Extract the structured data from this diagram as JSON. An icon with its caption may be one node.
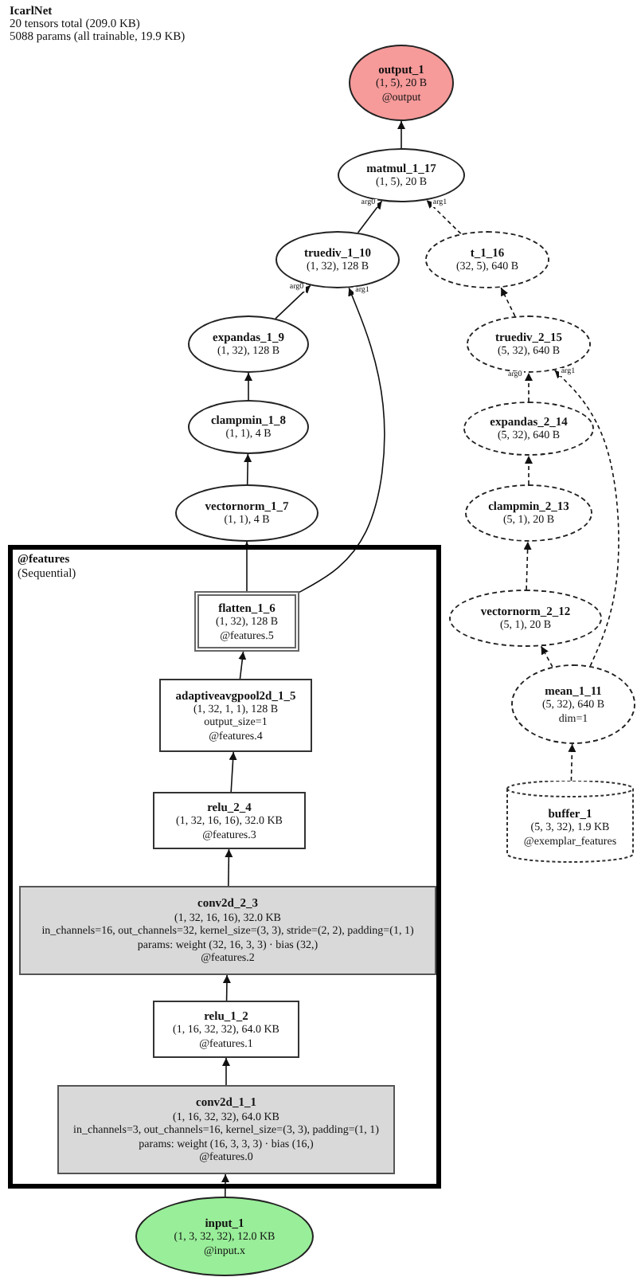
{
  "diagram": {
    "title": "IcarlNet",
    "nodes": [
      {
        "text": [
          "output_1",
          "(1, 5), 20 B",
          "@output"
        ]
      },
      {
        "text": [
          "matmul_1_17",
          "(1, 5), 20 B"
        ]
      },
      {
        "text": [
          "truediv_1_10",
          "(1, 32), 128 B"
        ]
      },
      {
        "text": [
          "t_1_16",
          "(32, 5), 640 B"
        ]
      },
      {
        "text": [
          "expandas_1_9",
          "(1, 32), 128 B"
        ]
      },
      {
        "text": [
          "truediv_2_15",
          "(5, 32), 640 B"
        ]
      },
      {
        "text": [
          "clampmin_1_8",
          "(1, 1), 4 B"
        ]
      },
      {
        "text": [
          "expandas_2_14",
          "(5, 32), 640 B"
        ]
      },
      {
        "text": [
          "vectornorm_1_7",
          "(1, 1), 4 B"
        ]
      },
      {
        "text": [
          "clampmin_2_13",
          "(5, 1), 20 B"
        ]
      },
      {
        "text": [
          "@features",
          "(Sequential)"
        ]
      },
      {
        "text": [
          "flatten_1_6",
          "(1, 32), 128 B",
          "@features.5"
        ],
        "in": 10
      },
      {
        "text": [
          "vectornorm_2_12",
          "(5, 1), 20 B"
        ]
      },
      {
        "text": [
          "adaptiveavgpool2d_1_5",
          "(1, 32, 1, 1), 128 B",
          "output_size=1",
          "@features.4"
        ],
        "in": 10
      },
      {
        "text": [
          "mean_1_11",
          "(5, 32), 640 B",
          "dim=1"
        ]
      },
      {
        "text": [
          "relu_2_4",
          "(1, 32, 16, 16), 32.0 KB",
          "@features.3"
        ],
        "in": 10
      },
      {
        "text": [
          "buffer_1",
          "(5, 3, 32), 1.9 KB",
          "@exemplar_features"
        ]
      },
      {
        "text": [
          "conv2d_2_3",
          "(1, 32, 16, 16), 32.0 KB",
          "in_channels=16, out_channels=32, kernel_size=(3, 3), stride=(2, 2), padding=(1, 1)",
          "params: weight (32, 16, 3, 3) · bias (32,)",
          "@features.2"
        ],
        "in": 10
      },
      {
        "text": [
          "relu_1_2",
          "(1, 16, 32, 32), 64.0 KB",
          "@features.1"
        ],
        "in": 10
      },
      {
        "text": [
          "conv2d_1_1",
          "(1, 16, 32, 32), 64.0 KB",
          "in_channels=3, out_channels=16, kernel_size=(3, 3), padding=(1, 1)",
          "params: weight (16, 3, 3, 3) · bias (16,)",
          "@features.0"
        ],
        "in": 10
      },
      {
        "text": [
          "input_1",
          "(1, 3, 32, 32), 12.0 KB",
          "@input.x"
        ]
      }
    ],
    "edges": [
      {
        "from": 1,
        "to": 0,
        "arrow": "to"
      },
      {
        "from": 2,
        "to": 1,
        "arrow": "to",
        "label": "arg0"
      },
      {
        "from": 3,
        "to": 1,
        "arrow": "to",
        "label": "arg1",
        "style": "dashed"
      },
      {
        "from": 4,
        "to": 2,
        "arrow": "to",
        "label": "arg0"
      },
      {
        "from": 11,
        "to": 2,
        "arrow": "to",
        "label": "arg1"
      },
      {
        "from": 6,
        "to": 4,
        "arrow": "to"
      },
      {
        "from": 8,
        "to": 6,
        "arrow": "to"
      },
      {
        "from": 11,
        "to": 8,
        "arrow": "to"
      },
      {
        "from": 5,
        "to": 3,
        "arrow": "to",
        "style": "dashed"
      },
      {
        "from": 7,
        "to": 5,
        "arrow": "to",
        "label": "arg0",
        "style": "dashed"
      },
      {
        "from": 14,
        "to": 5,
        "arrow": "to",
        "label": "arg1",
        "style": "dashed"
      },
      {
        "from": 9,
        "to": 7,
        "arrow": "to",
        "style": "dashed"
      },
      {
        "from": 12,
        "to": 9,
        "arrow": "to",
        "style": "dashed"
      },
      {
        "from": 14,
        "to": 12,
        "arrow": "to",
        "style": "dashed"
      },
      {
        "from": 16,
        "to": 14,
        "arrow": "to",
        "style": "dashed"
      },
      {
        "from": 13,
        "to": 11,
        "arrow": "to"
      },
      {
        "from": 15,
        "to": 13,
        "arrow": "to"
      },
      {
        "from": 17,
        "to": 15,
        "arrow": "to"
      },
      {
        "from": 18,
        "to": 17,
        "arrow": "to"
      },
      {
        "from": 19,
        "to": 18,
        "arrow": "to"
      },
      {
        "from": 20,
        "to": 19,
        "arrow": "to"
      }
    ],
    "labels": [
      "20 tensors total (209.0 KB)",
      "5088 params (all trainable, 19.9 KB)"
    ]
  }
}
